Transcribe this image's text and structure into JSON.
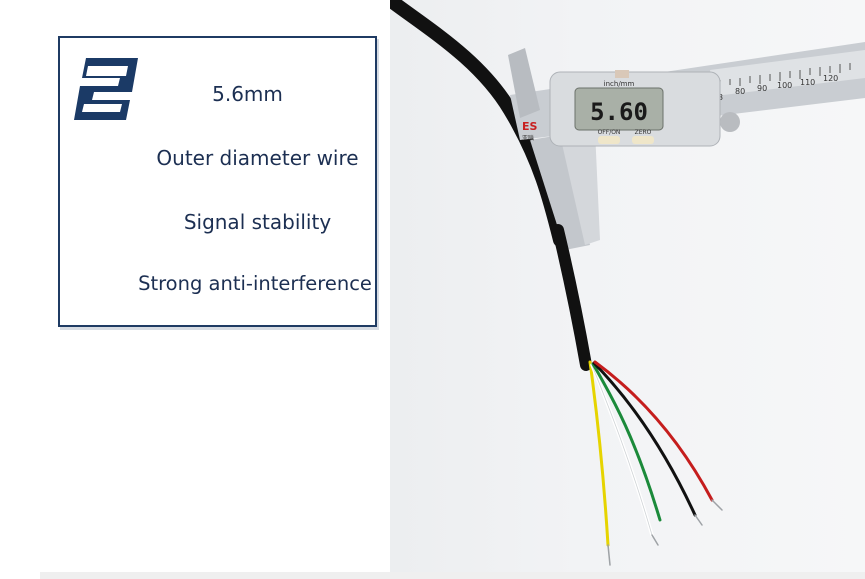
{
  "badge": {
    "number": "2"
  },
  "features": {
    "line1": "5.6mm",
    "line2": "Outer diameter wire",
    "line3": "Signal stability",
    "line4": "Strong anti-interference"
  },
  "photo": {
    "caliper_display": "5.60",
    "caliper_unit": "inch/mm",
    "brand": "ES",
    "brand_sub": "亚联",
    "button_off_on": "OFF/ON",
    "button_zero": "ZERO",
    "scale_labels": [
      "3",
      "80",
      "90",
      "100",
      "110",
      "120"
    ]
  }
}
